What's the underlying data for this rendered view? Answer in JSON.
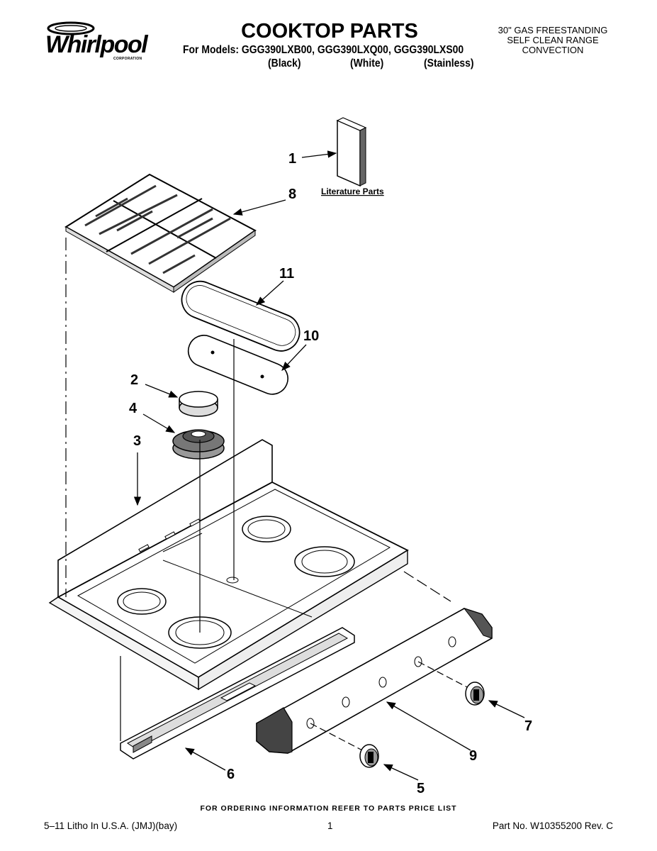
{
  "header": {
    "brand": "Whirlpool",
    "brand_sub": "CORPORATION",
    "title": "COOKTOP PARTS",
    "models_line": "For Models: GGG390LXB00, GGG390LXQ00, GGG390LXS00",
    "variants": [
      "(Black)",
      "(White)",
      "(Stainless)"
    ],
    "range_description": [
      "30\" GAS FREESTANDING",
      "SELF CLEAN RANGE",
      "CONVECTION"
    ]
  },
  "diagram": {
    "callouts": [
      "1",
      "8",
      "11",
      "10",
      "2",
      "4",
      "3",
      "7",
      "9",
      "6",
      "5"
    ],
    "literature_label": "Literature Parts"
  },
  "footer": {
    "order_note": "FOR ORDERING INFORMATION REFER TO PARTS PRICE LIST",
    "litho": "5–11 Litho In U.S.A. (JMJ)(bay)",
    "page": "1",
    "part_no": "Part No. W10355200 Rev. C"
  }
}
